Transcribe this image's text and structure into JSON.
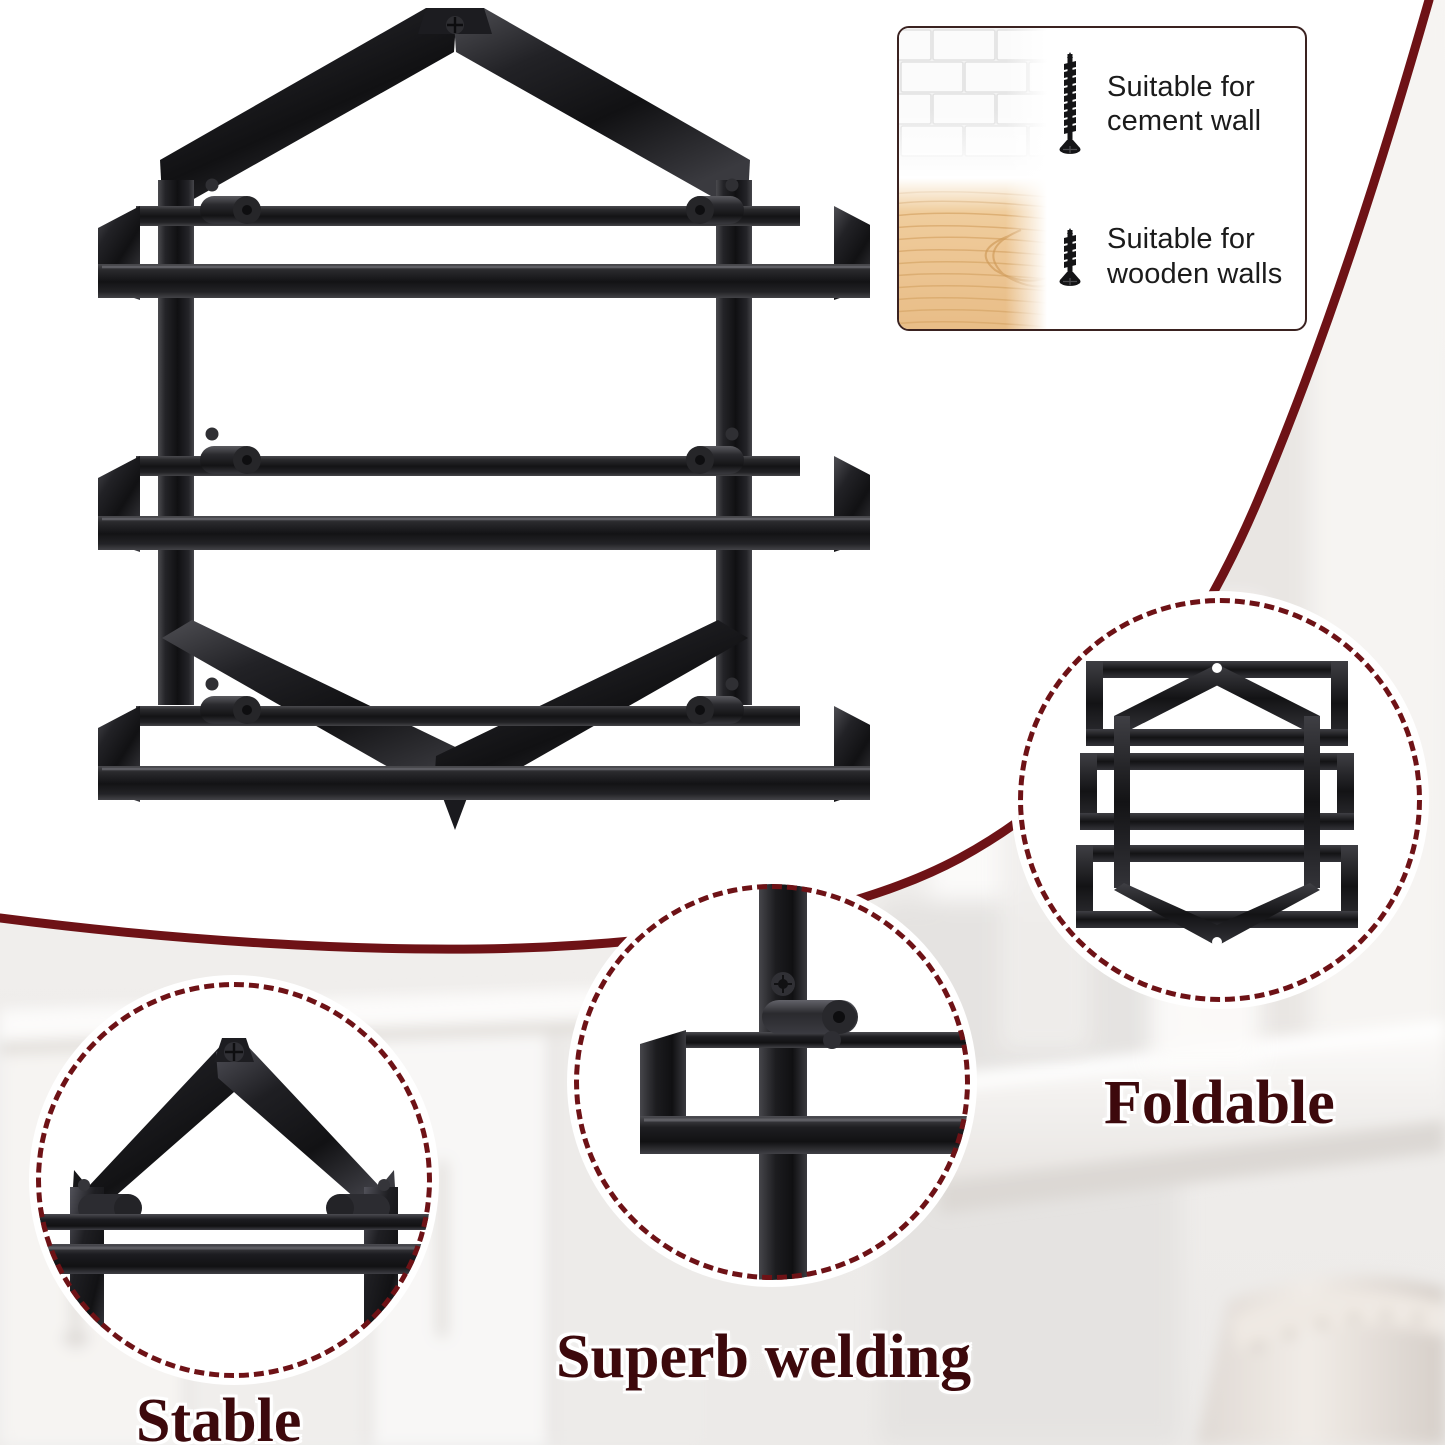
{
  "product": {
    "name": "foldable-3-tier-towel-rack",
    "finish_color": "#1b1b1d",
    "description": "Black metal wall-mounted foldable 3-tier towel rack with pentagon/house-shaped frame and three hinged bars",
    "tiers": 3
  },
  "info_card": {
    "name": "wall-compatibility-card",
    "border_color": "#3a2220",
    "rows": [
      {
        "swatch": "white-subway-tile-wall",
        "screw": "long-coarse-thread-screw",
        "text": "Suitable for\ncement wall"
      },
      {
        "swatch": "light-oak-wood-panel",
        "screw": "short-coarse-thread-screw",
        "text": "Suitable for\nwooden walls"
      }
    ]
  },
  "callouts": [
    {
      "id": "foldable",
      "label": "Foldable",
      "figure": "rack-folded-flat",
      "ring_color": "#6e1216"
    },
    {
      "id": "superb-welding",
      "label": "Superb welding",
      "figure": "hinge-weld-closeup",
      "ring_color": "#6e1216"
    },
    {
      "id": "stable",
      "label": "Stable",
      "figure": "peak-apex-closeup",
      "ring_color": "#6e1216"
    }
  ],
  "decor": {
    "swoosh_color": "#6e1216",
    "background_scene": "blurred white kitchen with cabinets, countertop and bar stool",
    "background_base": "#f3f0ee"
  }
}
